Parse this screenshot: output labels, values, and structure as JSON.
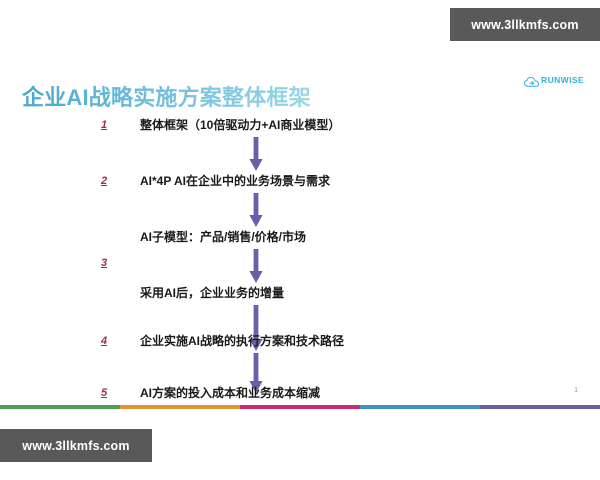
{
  "watermarks": {
    "top_right": "www.3llkmfs.com",
    "bottom_left": "www.3llkmfs.com"
  },
  "slide": {
    "title": "企业AI战略实施方案整体框架",
    "page_number": "1",
    "logo": {
      "word": "RUNWISE",
      "mark": "cloud-arrow-icon",
      "color": "#3aaed8"
    },
    "title_gradient": {
      "from": "#4aa8cf",
      "to": "#9ad7e8"
    },
    "flow": {
      "number_color": "#9e2f49",
      "arrow_color": "#6a5fa8",
      "rows": [
        {
          "number": "1",
          "text": "整体框架（10倍驱动力+AI商业模型）"
        },
        {
          "number": "2",
          "text": "AI*4P AI在企业中的业务场景与需求"
        },
        {
          "number": "",
          "text": "AI子模型：产品/销售/价格/市场"
        },
        {
          "number": "3",
          "text": ""
        },
        {
          "number": "",
          "text": "采用AI后，企业业务的增量"
        },
        {
          "number": "4",
          "text": "企业实施AI战略的执行方案和技术路径"
        },
        {
          "number": "5",
          "text": "AI方案的投入成本和业务成本缩减"
        }
      ],
      "arrow_count": 5
    },
    "colorbar": [
      {
        "color": "#4f9e55",
        "width": 120
      },
      {
        "color": "#e0952f",
        "width": 120
      },
      {
        "color": "#cc2a72",
        "width": 120
      },
      {
        "color": "#4093bd",
        "width": 120
      },
      {
        "color": "#6e5ba6",
        "width": 120
      }
    ]
  }
}
